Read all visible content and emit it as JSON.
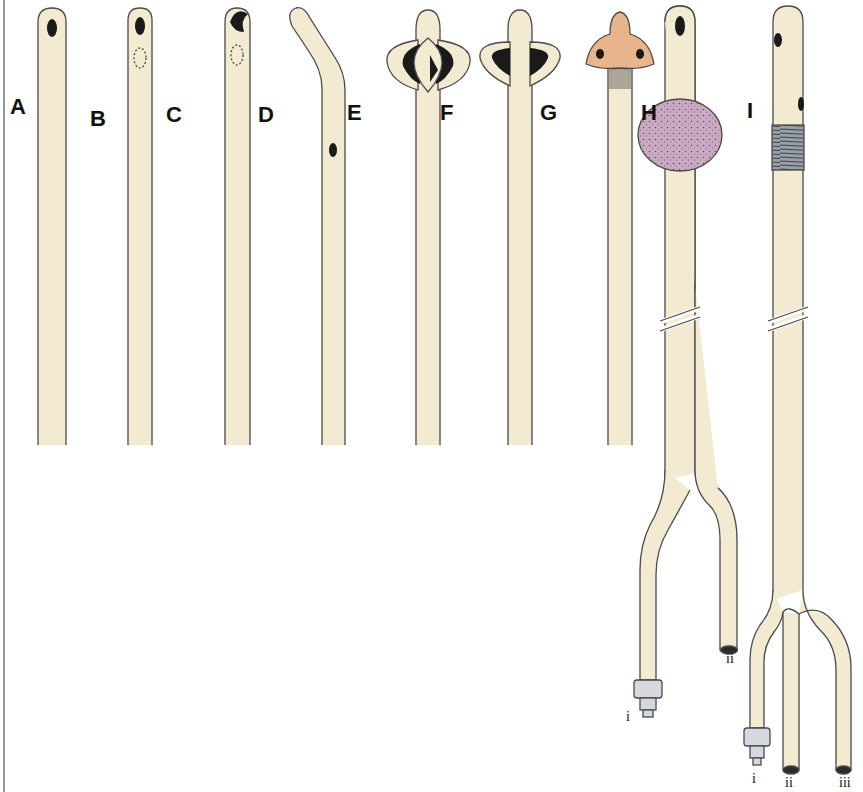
{
  "diagram": {
    "labels": [
      "A",
      "B",
      "C",
      "D",
      "E",
      "F",
      "G",
      "H",
      "I",
      "i",
      "ii",
      "i",
      "ii",
      "iii"
    ]
  }
}
